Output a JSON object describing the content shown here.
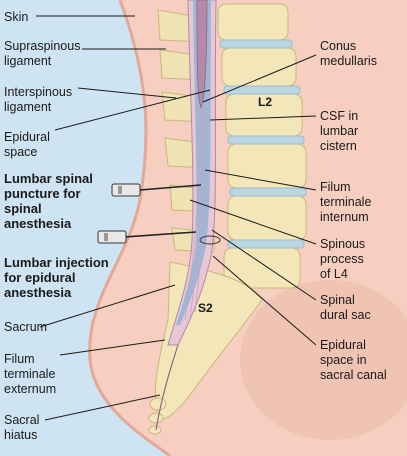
{
  "labels": {
    "skin": "Skin",
    "supraspinous_1": "Supraspinous",
    "supraspinous_2": "ligament",
    "interspinous_1": "Interspinous",
    "interspinous_2": "ligament",
    "epidural_1": "Epidural",
    "epidural_2": "space",
    "spinal_puncture_1": "Lumbar spinal",
    "spinal_puncture_2": "puncture for",
    "spinal_puncture_3": "spinal",
    "spinal_puncture_4": "anesthesia",
    "epidural_injection_1": "Lumbar injection",
    "epidural_injection_2": "for epidural",
    "epidural_injection_3": "anesthesia",
    "sacrum": "Sacrum",
    "filum_ext_1": "Filum",
    "filum_ext_2": "terminale",
    "filum_ext_3": "externum",
    "sacral_hiatus_1": "Sacral",
    "sacral_hiatus_2": "hiatus",
    "conus_1": "Conus",
    "conus_2": "medullaris",
    "csf_1": "CSF in",
    "csf_2": "lumbar",
    "csf_3": "cistern",
    "filum_int_1": "Filum",
    "filum_int_2": "terminale",
    "filum_int_3": "internum",
    "spinous_1": "Spinous",
    "spinous_2": "process",
    "spinous_3": "of L4",
    "dural_1": "Spinal",
    "dural_2": "dural sac",
    "epi_sacral_1": "Epidural",
    "epi_sacral_2": "space in",
    "epi_sacral_3": "sacral canal",
    "vertebra_l2": "L2",
    "vertebra_s2": "S2"
  },
  "colors": {
    "background_tissue": "#f6cfc0",
    "skin_background": "#cfe4f3",
    "bone": "#f3e6b8",
    "bone_edge": "#c9b87a",
    "disc": "#bcd6e0",
    "dura": "#e8c6d6",
    "spinal_cord": "#b58aa8",
    "csf": "#9fb7d6",
    "ligament": "#e6e0ea"
  }
}
